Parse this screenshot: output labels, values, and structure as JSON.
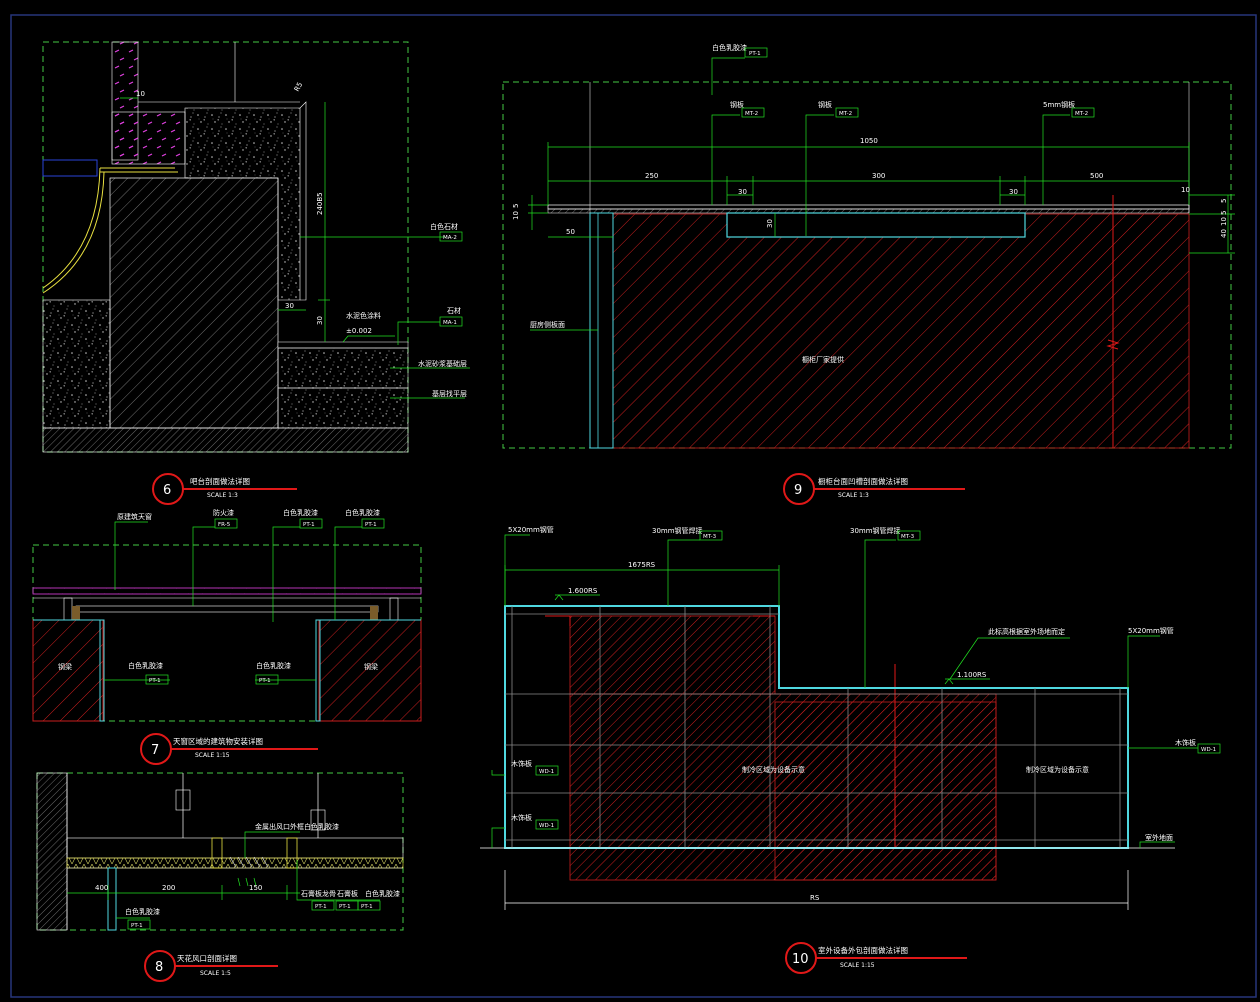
{
  "colors": {
    "background": "#000000",
    "border": "#27367a",
    "frame_dashed": "#43c843",
    "leader_green": "#21e221",
    "hatch_red": "#c81e1e",
    "cyan_line": "#4fd8e0",
    "title_bar_red": "#e01818",
    "magenta": "#e040e0",
    "yellow_line": "#e8e040",
    "white_text": "#ffffff"
  },
  "details": {
    "d6": {
      "number": "6",
      "title": "吧台剖面做法详图",
      "scale": "SCALE 1:3",
      "dims": [
        "10",
        "R5",
        "240B5",
        "30",
        "30"
      ],
      "level": "±0.002",
      "labels": [
        "白色石材",
        "水泥色涂料",
        "石材",
        "水泥砂浆基础层",
        "基层找平层"
      ],
      "tags": [
        "MA-2",
        "MA-1"
      ]
    },
    "d9": {
      "number": "9",
      "title": "橱柜台面凹槽剖面做法详图",
      "scale": "SCALE 1:3",
      "dims": [
        "1050",
        "250",
        "300",
        "500",
        "30",
        "30",
        "10",
        "5",
        "10",
        "5",
        "50",
        "30",
        "40",
        "5",
        "10"
      ],
      "labels": [
        "白色乳胶漆",
        "钢板",
        "钢板",
        "5mm钢板",
        "厨房侧板面",
        "橱柜厂家提供"
      ],
      "tags": [
        "PT-1",
        "MT-2",
        "MT-2",
        "MT-2"
      ]
    },
    "d7": {
      "number": "7",
      "title": "天窗区域的建筑物安装详图",
      "scale": "SCALE 1:15",
      "labels": [
        "原建筑天窗",
        "防火漆",
        "白色乳胶漆",
        "白色乳胶漆",
        "白色乳胶漆",
        "白色乳胶漆",
        "钢梁",
        "钢梁"
      ],
      "tags": [
        "FR-5",
        "PT-1",
        "PT-1",
        "PT-1",
        "PT-1"
      ]
    },
    "d8": {
      "number": "8",
      "title": "天花风口剖面详图",
      "scale": "SCALE 1:5",
      "dims": [
        "400",
        "200",
        "150"
      ],
      "labels": [
        "白色乳胶漆",
        "金属出风口外框白色乳胶漆",
        "石膏板龙骨",
        "石膏板",
        "白色乳胶漆"
      ],
      "tags": [
        "PT-1",
        "PT-1",
        "PT-1",
        "PT-1"
      ]
    },
    "d10": {
      "number": "10",
      "title": "室外设备外包剖面做法详图",
      "scale": "SCALE 1:15",
      "dims": [
        "1675RS",
        "RS"
      ],
      "levels": [
        "1.600RS",
        "1.100RS"
      ],
      "labels": [
        "5X20mm钢管",
        "30mm钢管焊接",
        "30mm钢管焊接",
        "此标高根据室外场地而定",
        "5X20mm钢管",
        "木饰板",
        "木饰板",
        "木饰板",
        "室外地面",
        "制冷区域为设备示意",
        "制冷区域为设备示意"
      ],
      "tags": [
        "MT-3",
        "MT-3",
        "WD-1",
        "WD-1",
        "WD-1"
      ]
    }
  }
}
